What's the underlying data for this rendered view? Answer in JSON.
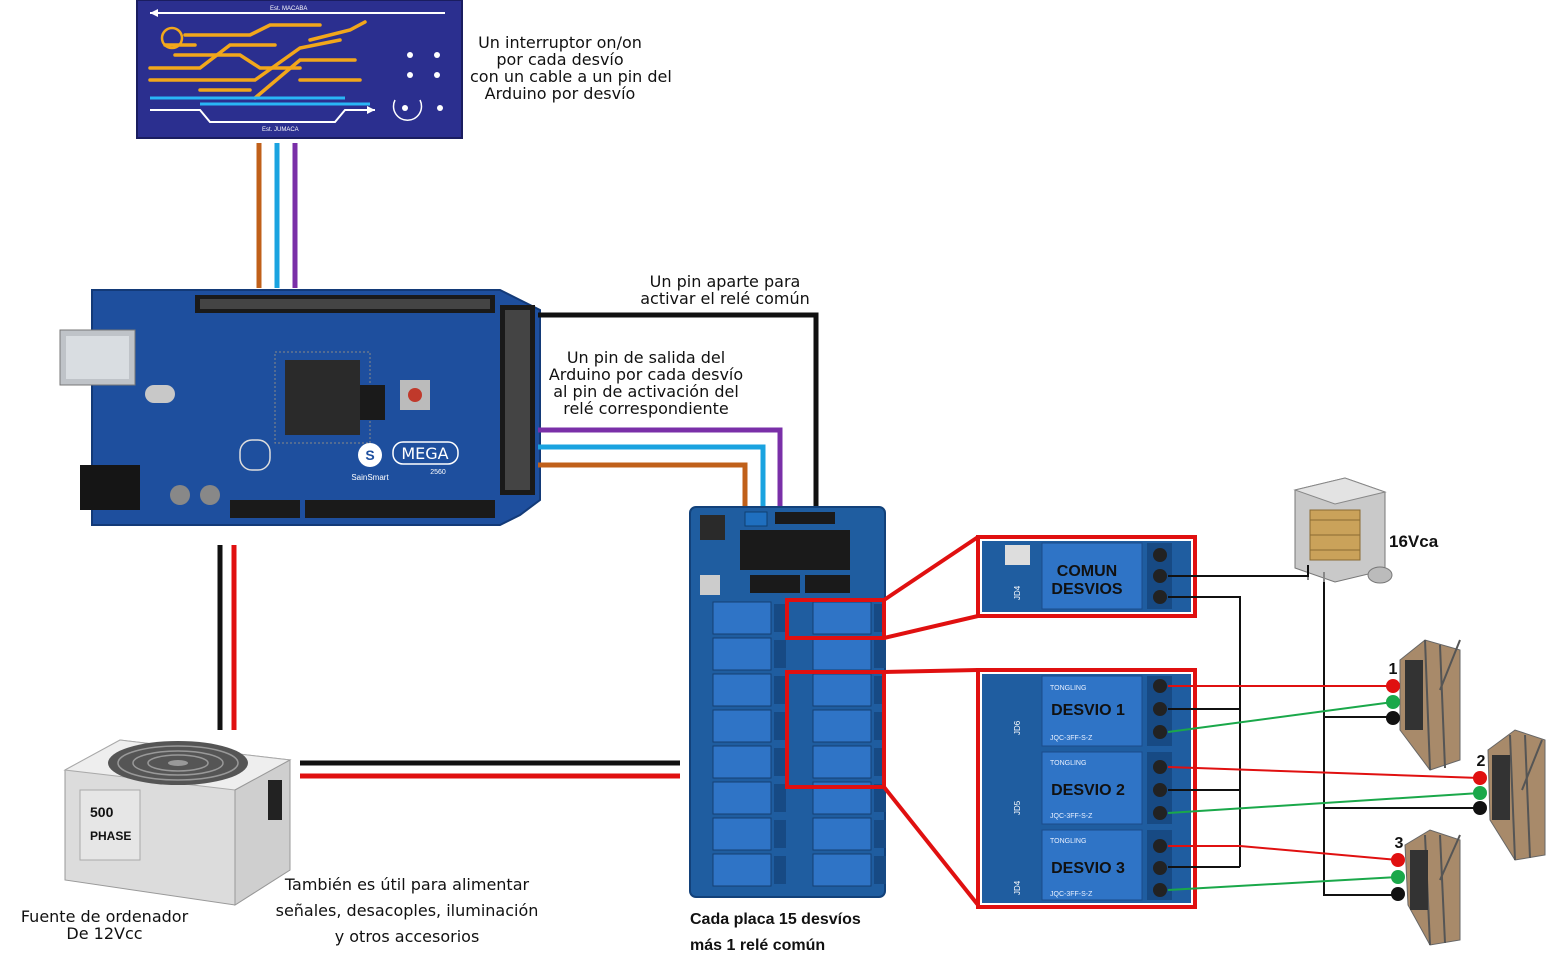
{
  "notes": {
    "panel_note": [
      "Un interruptor on/on",
      "por cada desvío",
      "con un cable a un pin del",
      "Arduino por desvío"
    ],
    "common_pin_note": [
      "Un pin aparte para",
      "activar el relé común"
    ],
    "output_pin_note": [
      "Un pin de salida del",
      "Arduino por cada desvío",
      "al pin de activación del",
      "relé correspondiente"
    ],
    "psu_label": [
      "Fuente de ordenador",
      "De 12Vcc"
    ],
    "psu_use_note": [
      "También es útil para alimentar",
      "señales, desacoples, iluminación",
      "y otros accesorios"
    ],
    "relay_board_note": [
      "Cada placa 15 desvíos",
      "más 1 relé común"
    ],
    "transformer_label": "16Vca"
  },
  "panel": {
    "station_top": "Est. MACABA",
    "station_bottom": "Est. JUMACA"
  },
  "arduino": {
    "brand": "SainSmart",
    "model": "MEGA",
    "variant": "2560"
  },
  "psu": {
    "power_rating": "500",
    "brand": "PHASE"
  },
  "relay_detail": {
    "common": [
      "COMUN",
      "DESVIOS"
    ],
    "turnout_1": "DESVIO 1",
    "turnout_2": "DESVIO 2",
    "turnout_3": "DESVIO 3",
    "relay_brand": "TONGLING",
    "relay_model": "JQC-3FF-S-Z",
    "jd_labels": [
      "JD4",
      "JD6",
      "JD5",
      "JD4"
    ]
  },
  "turnout_numbers": [
    "1",
    "2",
    "3"
  ],
  "colors": {
    "wire_brown": "#c0601a",
    "wire_cyan": "#1aa3e0",
    "wire_purple": "#7a2fa8",
    "wire_red": "#e01010",
    "wire_green": "#1aa84a",
    "highlight": "#e01010",
    "board_blue": "#1e4f9e",
    "panel_blue": "#2b2f8f",
    "track_orange": "#f2a71b"
  }
}
